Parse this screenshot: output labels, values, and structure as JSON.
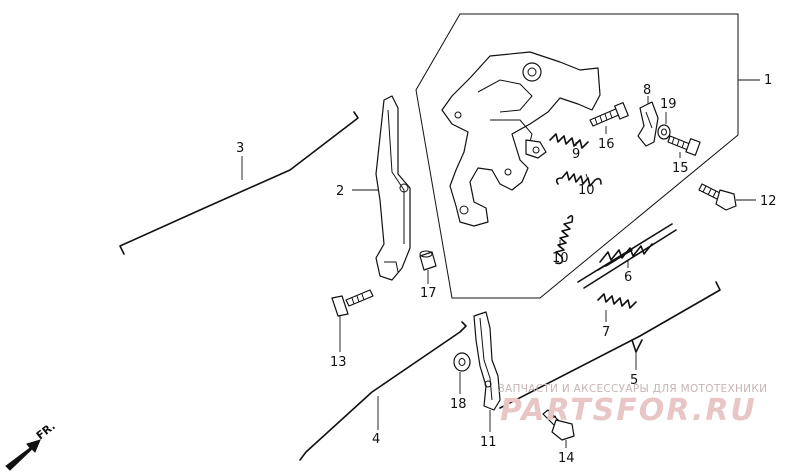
{
  "callouts": [
    {
      "id": "1",
      "label": "1"
    },
    {
      "id": "2",
      "label": "2"
    },
    {
      "id": "3",
      "label": "3"
    },
    {
      "id": "4",
      "label": "4"
    },
    {
      "id": "5",
      "label": "5"
    },
    {
      "id": "6",
      "label": "6"
    },
    {
      "id": "7",
      "label": "7"
    },
    {
      "id": "8",
      "label": "8"
    },
    {
      "id": "9",
      "label": "9"
    },
    {
      "id": "10a",
      "label": "10"
    },
    {
      "id": "10b",
      "label": "10"
    },
    {
      "id": "11",
      "label": "11"
    },
    {
      "id": "12",
      "label": "12"
    },
    {
      "id": "13",
      "label": "13"
    },
    {
      "id": "14",
      "label": "14"
    },
    {
      "id": "15",
      "label": "15"
    },
    {
      "id": "16",
      "label": "16"
    },
    {
      "id": "17",
      "label": "17"
    },
    {
      "id": "18",
      "label": "18"
    },
    {
      "id": "19",
      "label": "19"
    }
  ],
  "direction_label": "FR.",
  "watermark": {
    "subtitle": "ЗАПЧАСТИ И АКСЕССУАРЫ ДЛЯ МОТОТЕХНИКИ",
    "brand": "PARTSFOR.RU",
    "color": "#e9c6c6"
  }
}
